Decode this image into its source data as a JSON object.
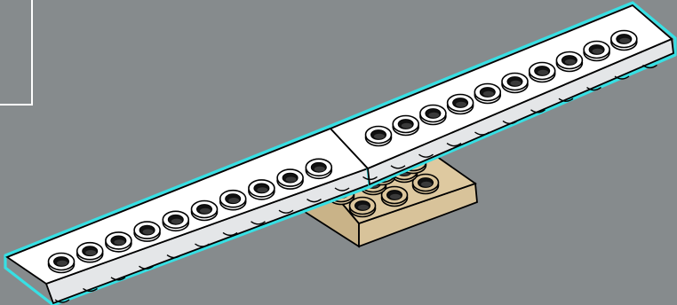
{
  "scene": {
    "background_color": "#868b8d",
    "callout_frame_color": "#ffffff",
    "highlight_color": "#37e0e4",
    "parts": [
      {
        "name": "plate-1x10-left",
        "type": "plate",
        "size": "1x10",
        "studs": 10,
        "color": "#ffffff",
        "highlighted": true
      },
      {
        "name": "plate-1x10-right",
        "type": "plate",
        "size": "1x10",
        "studs": 10,
        "color": "#ffffff",
        "highlighted": true
      },
      {
        "name": "plate-2x4-tan",
        "type": "plate",
        "size": "2x4",
        "studs": 8,
        "color": "#dec9a0",
        "highlighted": false
      }
    ]
  }
}
